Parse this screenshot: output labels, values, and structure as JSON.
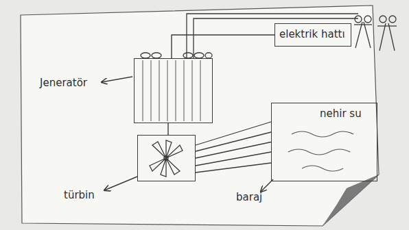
{
  "diagram": {
    "nodes": [
      {
        "text": [
          "Jeneratör"
        ]
      },
      {
        "text": [
          "elektrik hattı"
        ]
      },
      {
        "text": [
          "türbin"
        ]
      },
      {
        "text": [
          "nehir su",
          "baraj"
        ]
      }
    ],
    "edges": [
      {
        "from": 0,
        "to": 1,
        "arrow": "none"
      },
      {
        "from": 0,
        "to": 2,
        "arrow": "none"
      },
      {
        "from": 3,
        "to": 2,
        "arrow": "none"
      }
    ]
  }
}
